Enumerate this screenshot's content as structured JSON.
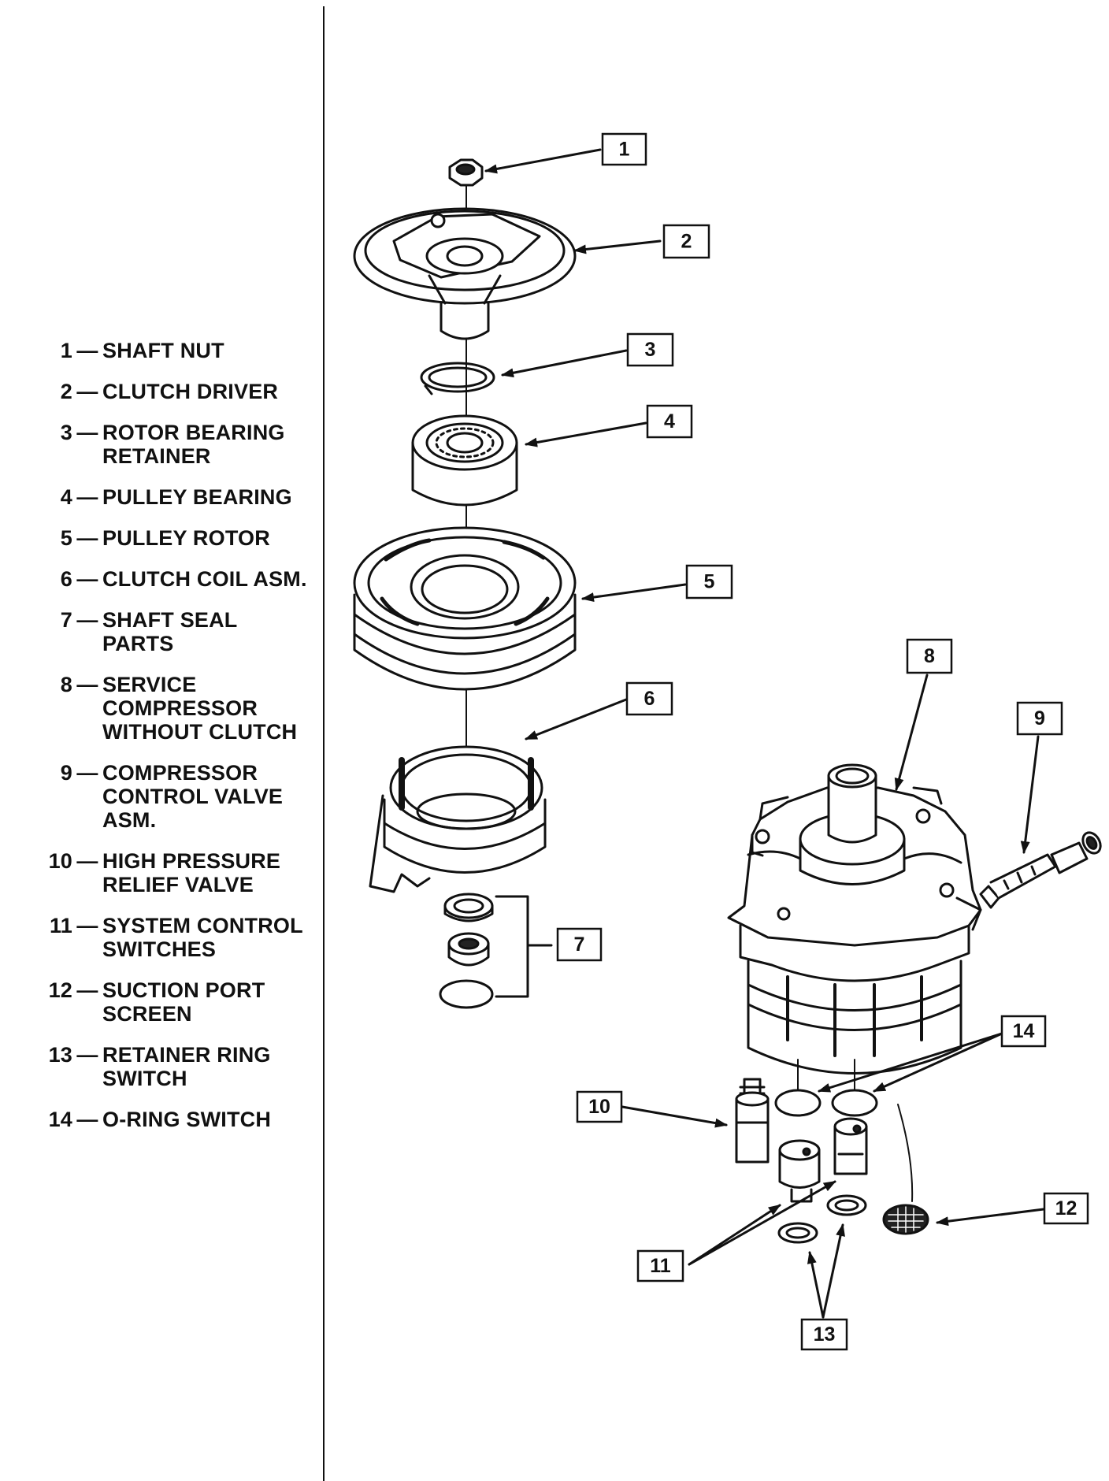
{
  "legend": [
    {
      "num": "1",
      "label": "SHAFT NUT"
    },
    {
      "num": "2",
      "label": "CLUTCH DRIVER"
    },
    {
      "num": "3",
      "label": "ROTOR BEARING\nRETAINER"
    },
    {
      "num": "4",
      "label": "PULLEY BEARING"
    },
    {
      "num": "5",
      "label": "PULLEY ROTOR"
    },
    {
      "num": "6",
      "label": "CLUTCH COIL ASM."
    },
    {
      "num": "7",
      "label": "SHAFT SEAL  PARTS"
    },
    {
      "num": "8",
      "label": "SERVICE\nCOMPRESSOR\nWITHOUT CLUTCH"
    },
    {
      "num": "9",
      "label": "COMPRESSOR\nCONTROL VALVE\nASM."
    },
    {
      "num": "10",
      "label": "HIGH PRESSURE\nRELIEF VALVE"
    },
    {
      "num": "11",
      "label": "SYSTEM CONTROL\nSWITCHES"
    },
    {
      "num": "12",
      "label": "SUCTION PORT\nSCREEN"
    },
    {
      "num": "13",
      "label": "RETAINER RING\nSWITCH"
    },
    {
      "num": "14",
      "label": "O-RING SWITCH"
    }
  ],
  "legend_dash": "—",
  "callouts": {
    "c1": "1",
    "c2": "2",
    "c3": "3",
    "c4": "4",
    "c5": "5",
    "c6": "6",
    "c7": "7",
    "c8": "8",
    "c9": "9",
    "c10": "10",
    "c11": "11",
    "c12": "12",
    "c13": "13",
    "c14": "14"
  }
}
